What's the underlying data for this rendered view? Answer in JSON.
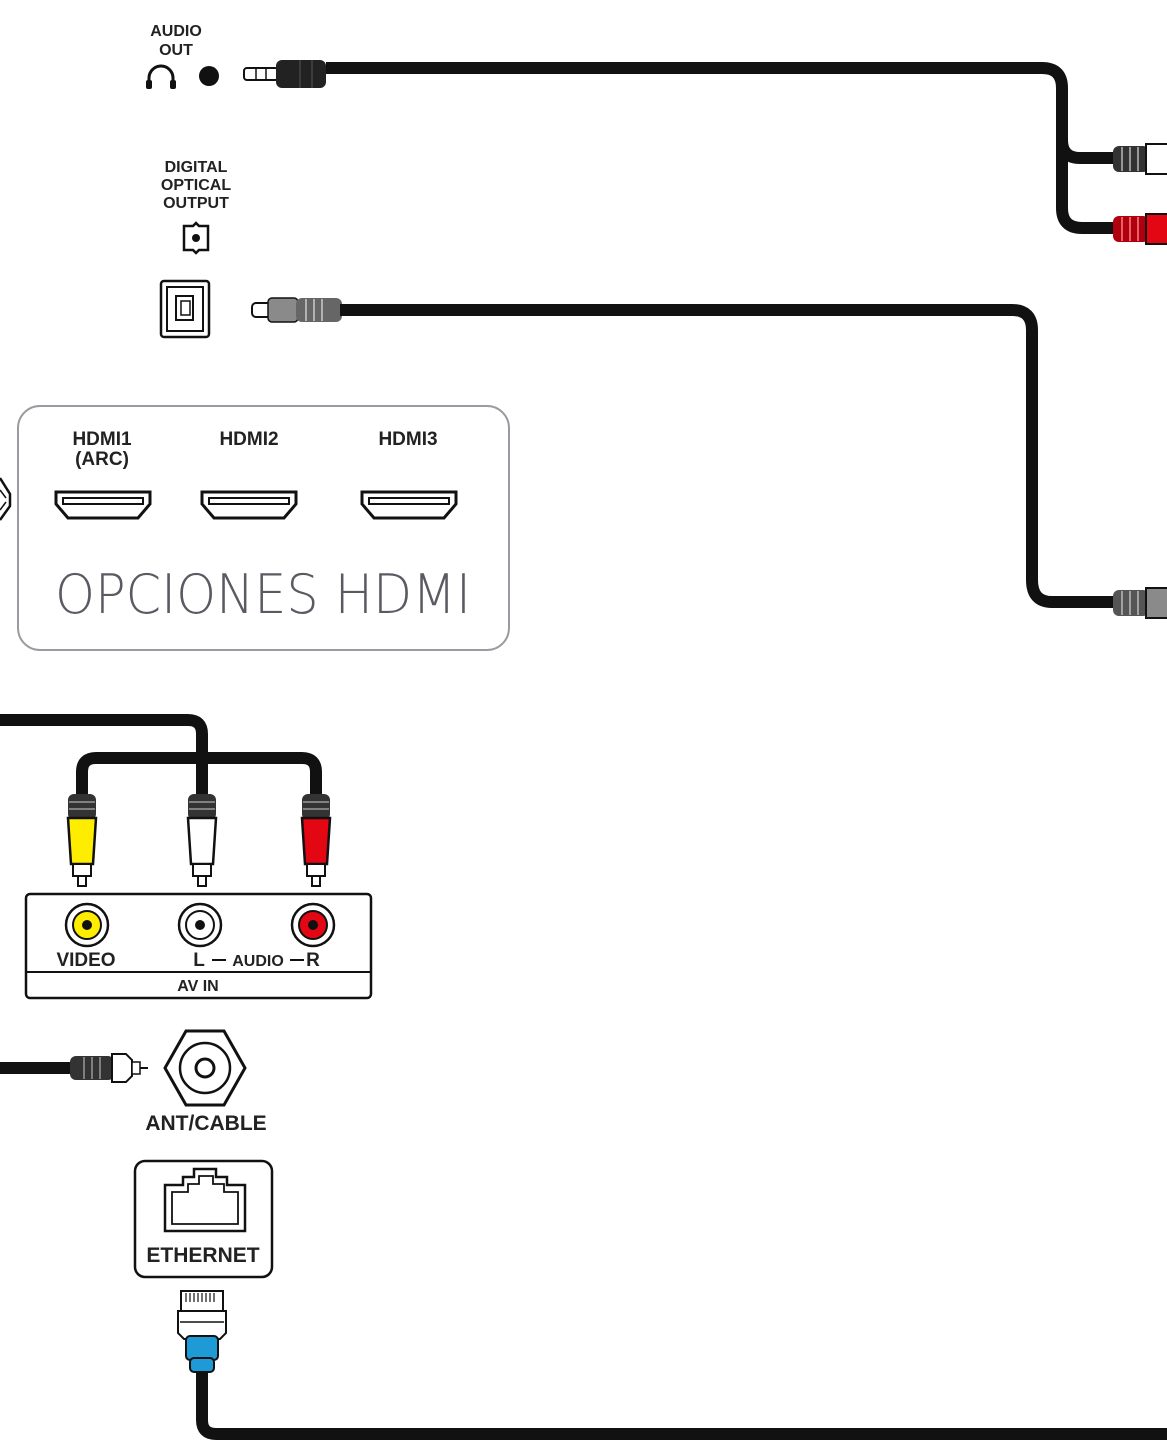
{
  "labels": {
    "audio_out_line1": "AUDIO",
    "audio_out_line2": "OUT",
    "optical_line1": "DIGITAL",
    "optical_line2": "OPTICAL",
    "optical_line3": "OUTPUT",
    "hdmi1_line1": "HDMI1",
    "hdmi1_line2": "(ARC)",
    "hdmi2": "HDMI2",
    "hdmi3": "HDMI3",
    "hdmi_panel_title": "OPCIONES HDMI",
    "video": "VIDEO",
    "audio_l": "L",
    "audio_mid": "AUDIO",
    "audio_r": "R",
    "av_in": "AV IN",
    "ant_cable": "ANT/CABLE",
    "ethernet": "ETHERNET"
  },
  "colors": {
    "cable": "#111111",
    "rca_yellow": "#ffed00",
    "rca_white": "#ffffff",
    "rca_red": "#e30613",
    "ethernet_boot": "#1e9ad6",
    "connector_gray": "#8a8a8a"
  }
}
